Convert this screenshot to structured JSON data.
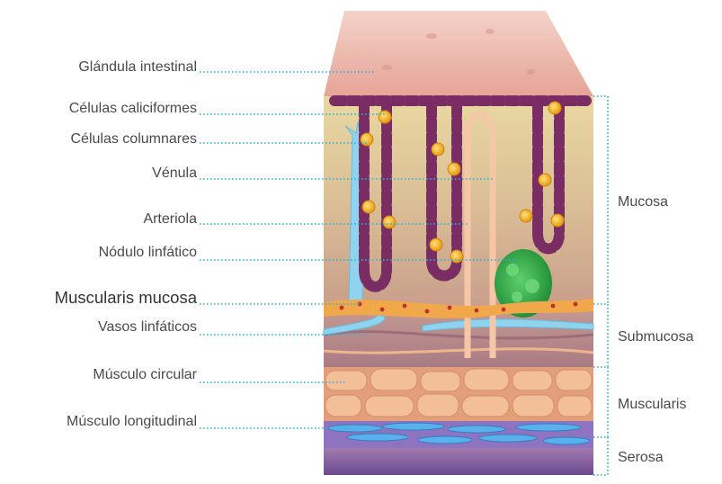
{
  "left_labels": [
    {
      "id": "glandula",
      "text": "Glándula intestinal"
    },
    {
      "id": "caliciformes",
      "text": "Células caliciformes"
    },
    {
      "id": "columnares",
      "text": "Células columnares"
    },
    {
      "id": "venula",
      "text": "Vénula"
    },
    {
      "id": "arteriola",
      "text": "Arteriola"
    },
    {
      "id": "nodulo",
      "text": "Nódulo linfático"
    },
    {
      "id": "muscularis_mucosa",
      "text": "Muscularis mucosa"
    },
    {
      "id": "vasos",
      "text": "Vasos linfáticos"
    },
    {
      "id": "circular",
      "text": "Músculo circular"
    },
    {
      "id": "longitudinal",
      "text": "Músculo longitudinal"
    }
  ],
  "right_labels": [
    {
      "id": "mucosa",
      "text": "Mucosa"
    },
    {
      "id": "submucosa",
      "text": "Submucosa"
    },
    {
      "id": "muscularis",
      "text": "Muscularis"
    },
    {
      "id": "serosa",
      "text": "Serosa"
    }
  ],
  "colors": {
    "leader_line": "#2ab3d8",
    "epithelium_purple": "#7a2d63",
    "goblet_yellow": "#f2b21c",
    "lymph_node_green": "#2fb04a",
    "muscle_orange": "#f0b58c",
    "serosa_purple": "#7b4f9a"
  }
}
